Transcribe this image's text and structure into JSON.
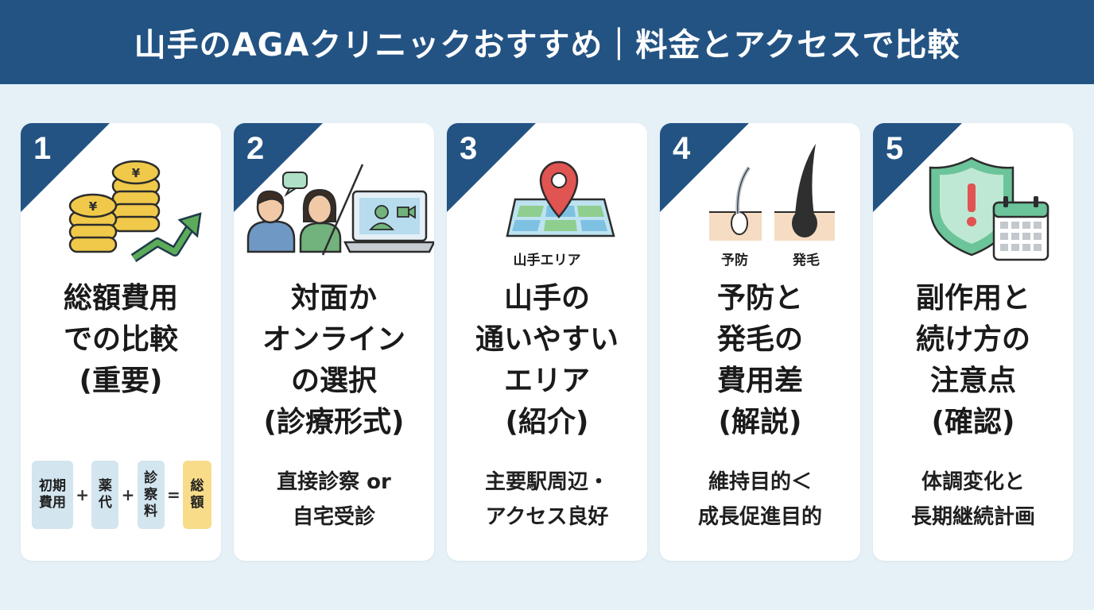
{
  "header": {
    "title": "山手のAGAクリニックおすすめ｜料金とアクセスで比較"
  },
  "colors": {
    "header_bg": "#235383",
    "page_bg": "#e6f1f7",
    "card_bg": "#ffffff",
    "total_box": "#f8dc8a",
    "term_box": "#d3e5ef"
  },
  "cards": [
    {
      "number": "1",
      "icon": "yen-coins-growth-arrow-icon",
      "title_lines": [
        "総額費用",
        "での比較",
        "(重要)"
      ],
      "formula": {
        "terms": [
          [
            "初期",
            "費用"
          ],
          [
            "薬",
            "代"
          ],
          [
            "診",
            "察",
            "料"
          ]
        ],
        "plus": "+",
        "equals": "=",
        "result": [
          "総",
          "額"
        ]
      }
    },
    {
      "number": "2",
      "icon": "consultation-online-laptop-icon",
      "title_lines": [
        "対面か",
        "オンライン",
        "の選択",
        "(診療形式)"
      ],
      "desc_lines": [
        "直接診察 or",
        "自宅受診"
      ]
    },
    {
      "number": "3",
      "icon": "map-pin-icon",
      "illus_label": "山手エリア",
      "title_lines": [
        "山手の",
        "通いやすい",
        "エリア",
        "(紹介)"
      ],
      "desc_lines": [
        "主要駅周辺・",
        "アクセス良好"
      ]
    },
    {
      "number": "4",
      "icon": "hair-follicle-icon",
      "illus_labels": [
        "予防",
        "発毛"
      ],
      "title_lines": [
        "予防と",
        "発毛の",
        "費用差",
        "(解説)"
      ],
      "desc_lines": [
        "維持目的＜",
        "成長促進目的"
      ]
    },
    {
      "number": "5",
      "icon": "warning-shield-calendar-icon",
      "title_lines": [
        "副作用と",
        "続け方の",
        "注意点",
        "(確認)"
      ],
      "desc_lines": [
        "体調変化と",
        "長期継続計画"
      ]
    }
  ]
}
